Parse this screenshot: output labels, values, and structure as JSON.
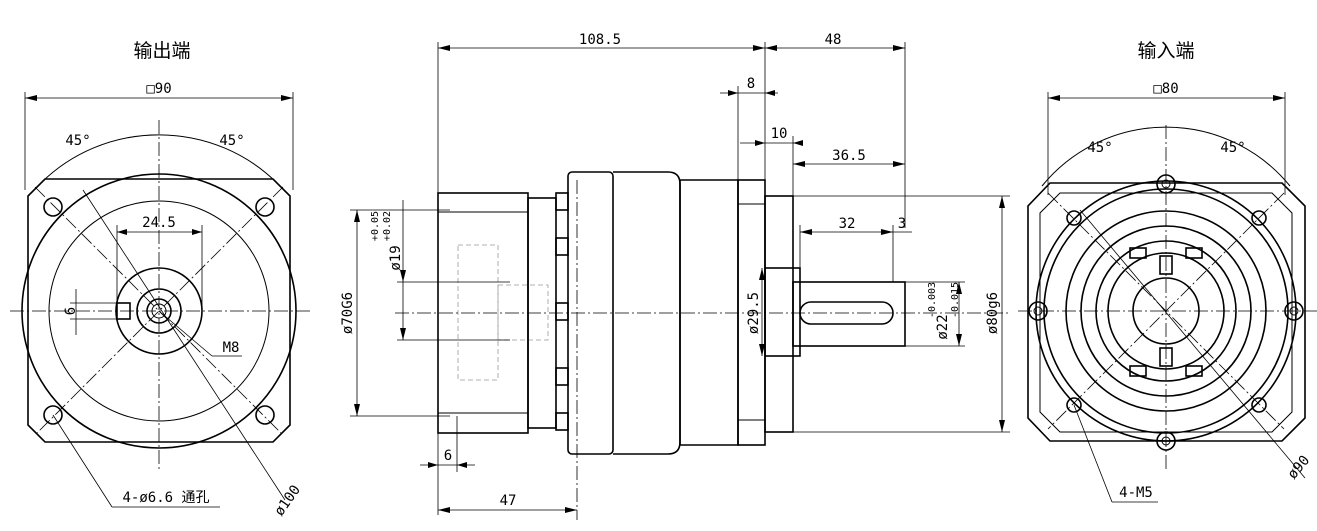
{
  "views": {
    "output_end": {
      "title": "输出端",
      "flange": "□90",
      "angle_left": "45°",
      "angle_right": "45°",
      "key_width": "24.5",
      "shaft_dim": "6",
      "thread": "M8",
      "holes": "4-ø6.6 通孔",
      "pcd": "ø100"
    },
    "side": {
      "length_body": "108.5",
      "length_shaft": "48",
      "flange_thk": "8",
      "spigot": "10",
      "shaft_len": "36.5",
      "key_len": "32",
      "key_offset": "3",
      "bore_tol_upper": "+0.05",
      "bore_tol_lower": "+0.02",
      "bore": "ø19",
      "spigot_left": "ø70G6",
      "neck": "ø29.5",
      "shaft_tol_upper": "-0.003",
      "shaft_tol_lower": "-0.015",
      "shaft_dia": "ø22",
      "pilot": "ø80g6",
      "left_thk": "6",
      "left_len": "47"
    },
    "input_end": {
      "title": "输入端",
      "flange": "□80",
      "angle_left": "45°",
      "angle_right": "45°",
      "holes": "4-M5",
      "pcd": "ø90"
    }
  }
}
